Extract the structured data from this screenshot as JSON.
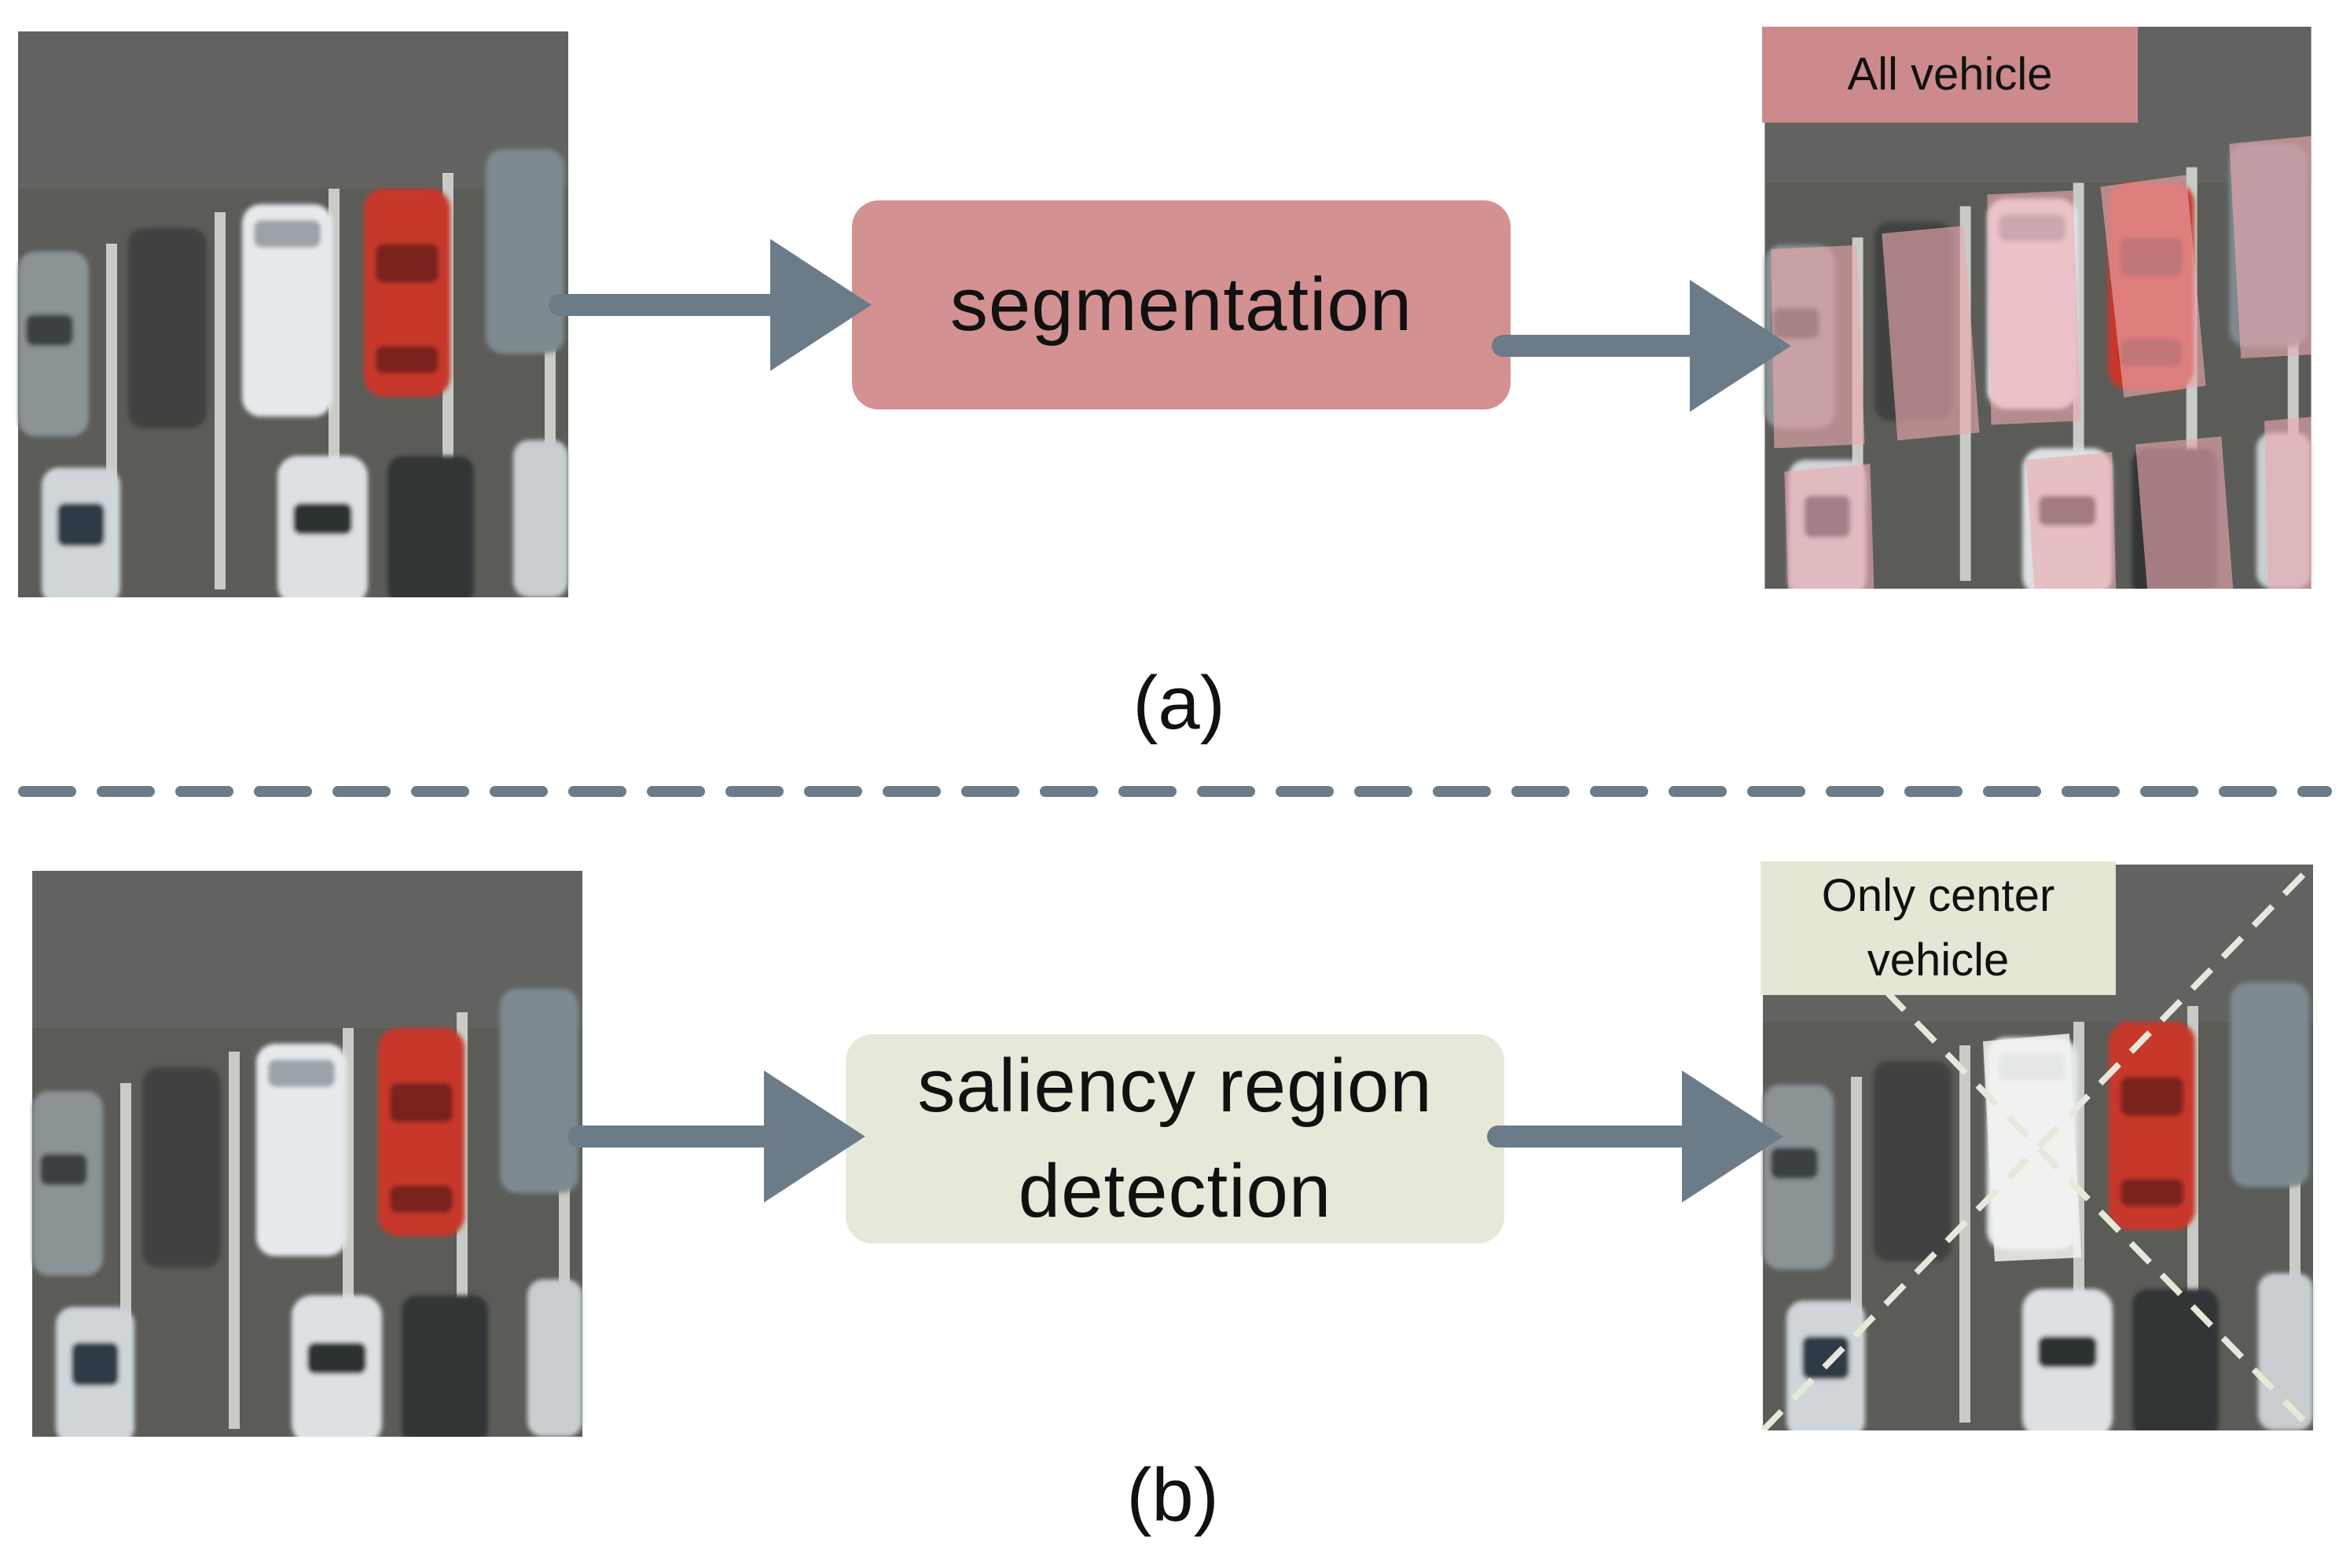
{
  "panel_a": {
    "caption": "(a)",
    "process_label": "segmentation",
    "output_tag": "All vehicle",
    "process_color": "#d49192",
    "tag_color": "#cc8a8c",
    "mask_color": "#e9a4a8"
  },
  "panel_b": {
    "caption": "(b)",
    "process_label_line1": "saliency region",
    "process_label_line2": "detection",
    "output_tag_line1": "Only center",
    "output_tag_line2": "vehicle",
    "process_color": "#e6e8da",
    "tag_color": "#e4e6d6"
  },
  "colors": {
    "arrow": "#6c7b88",
    "divider": "#6c7b88",
    "asphalt": "#585a55"
  }
}
